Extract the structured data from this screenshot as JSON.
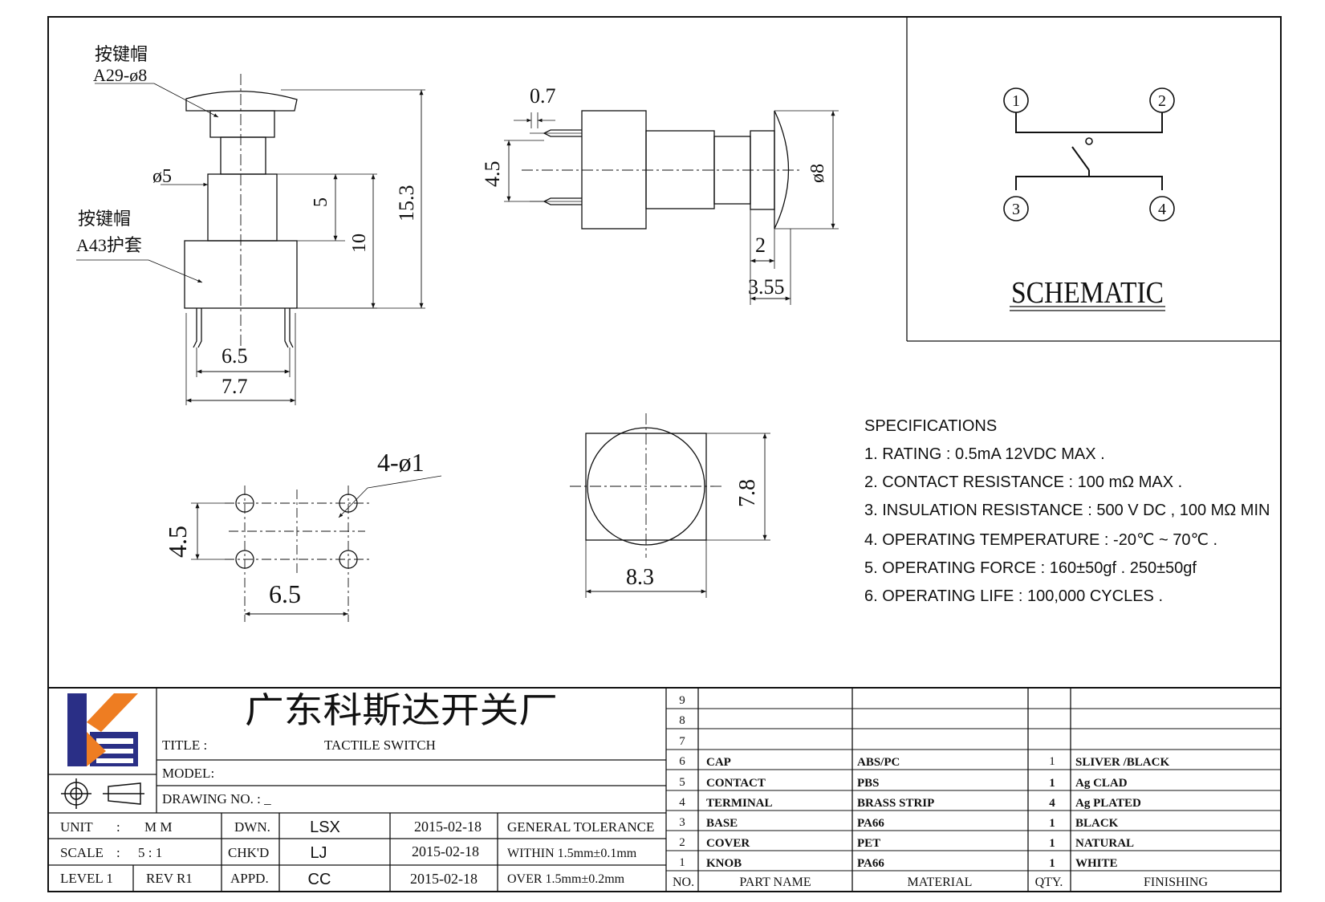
{
  "drawing": {
    "cap_label_line1": "按键帽",
    "cap_label_line2": "A29-ø8",
    "sleeve_label_line1": "按键帽",
    "sleeve_label_line2": "A43护套",
    "dims_front": {
      "stem_dia": "ø5",
      "d5": "5",
      "d10": "10",
      "d153": "15.3",
      "d65": "6.5",
      "d77": "7.7"
    },
    "dims_side": {
      "d07": "0.7",
      "d45": "4.5",
      "d8": "ø8",
      "d2": "2",
      "d355": "3.55"
    },
    "dims_pcb": {
      "holes": "4-ø1",
      "d45": "4.5",
      "d65": "6.5"
    },
    "dims_top": {
      "d78": "7.8",
      "d83": "8.3"
    }
  },
  "schematic": {
    "title": "SCHEMATIC",
    "pins": [
      "1",
      "2",
      "3",
      "4"
    ]
  },
  "specifications": {
    "title": "SPECIFICATIONS",
    "items": [
      "1. RATING : 0.5mA 12VDC MAX .",
      "2. CONTACT RESISTANCE : 100 mΩ MAX .",
      "3. INSULATION RESISTANCE : 500 V DC , 100 MΩ MIN",
      "4. OPERATING TEMPERATURE : -20℃ ~ 70℃ .",
      "5. OPERATING FORCE : 160±50gf . 250±50gf",
      "6. OPERATING LIFE : 100,000 CYCLES ."
    ]
  },
  "title_block": {
    "company": "广东科斯达开关厂",
    "title_label": "TITLE :",
    "title_value": "TACTILE SWITCH",
    "model_label": "MODEL:",
    "drawing_no_label": "DRAWING NO.  :  _",
    "unit_label": "UNIT",
    "unit_sep": ":",
    "unit_value": "M M",
    "scale_label": "SCALE",
    "scale_value": "5 : 1",
    "level_label": "LEVEL 1",
    "rev_label": "REV  R1",
    "dwn_label": "DWN.",
    "dwn_name": "LSX",
    "dwn_date": "2015-02-18",
    "chk_label": "CHK'D",
    "chk_name": "LJ",
    "chk_date": "2015-02-18",
    "appd_label": "APPD.",
    "appd_name": "CC",
    "appd_date": "2015-02-18",
    "tol_label": "GENERAL TOLERANCE",
    "tol_within": "WITHIN 1.5mm±0.1mm",
    "tol_over": "OVER   1.5mm±0.2mm"
  },
  "parts": {
    "header": {
      "no": "NO.",
      "name": "PART  NAME",
      "material": "MATERIAL",
      "qty": "QTY.",
      "finishing": "FINISHING"
    },
    "rows": [
      {
        "no": "9",
        "name": "",
        "material": "",
        "qty": "",
        "finishing": ""
      },
      {
        "no": "8",
        "name": "",
        "material": "",
        "qty": "",
        "finishing": ""
      },
      {
        "no": "7",
        "name": "",
        "material": "",
        "qty": "",
        "finishing": ""
      },
      {
        "no": "6",
        "name": "CAP",
        "material": "ABS/PC",
        "qty": "1",
        "finishing": "SLIVER /BLACK"
      },
      {
        "no": "5",
        "name": "CONTACT",
        "material": "PBS",
        "qty": "1",
        "finishing": "Ag CLAD"
      },
      {
        "no": "4",
        "name": "TERMINAL",
        "material": "BRASS STRIP",
        "qty": "4",
        "finishing": "Ag PLATED"
      },
      {
        "no": "3",
        "name": "BASE",
        "material": "PA66",
        "qty": "1",
        "finishing": "BLACK"
      },
      {
        "no": "2",
        "name": "COVER",
        "material": "PET",
        "qty": "1",
        "finishing": "NATURAL"
      },
      {
        "no": "1",
        "name": "KNOB",
        "material": "PA66",
        "qty": "1",
        "finishing": "WHITE"
      }
    ]
  },
  "colors": {
    "logo_blue": "#2a2f86",
    "logo_orange": "#ee7d22",
    "line": "#111111"
  }
}
